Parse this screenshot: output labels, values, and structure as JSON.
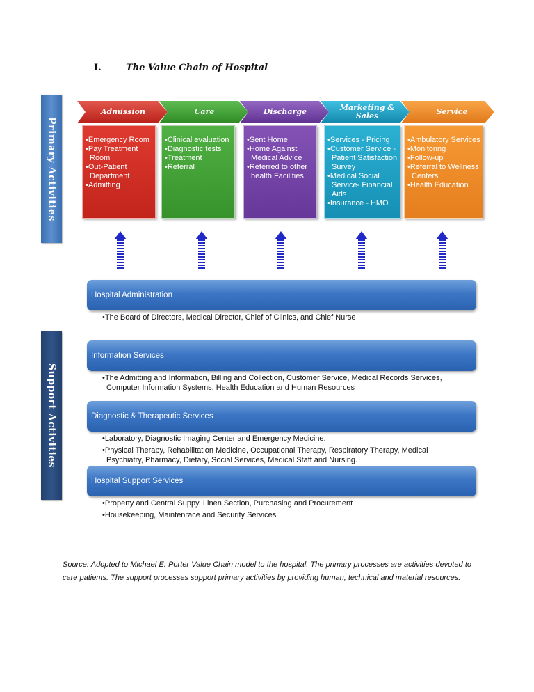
{
  "heading": {
    "number": "I.",
    "title": "The Value Chain of Hospital"
  },
  "side_labels": {
    "primary": "Primary Activities",
    "support": "Support Activities"
  },
  "colors": {
    "admission": "#d9342b",
    "care": "#46a53a",
    "discharge": "#7a48ad",
    "marketing": "#1fa5c8",
    "service": "#f3902a",
    "arrow": "#2029c8",
    "band": "#3c76c4"
  },
  "primary": [
    {
      "label": "Admission",
      "items": [
        "Emergency Room",
        "Pay Treatment Room",
        "Out-Patient Department",
        "Admitting"
      ]
    },
    {
      "label": "Care",
      "items": [
        "Clinical evaluation",
        "Diagnostic tests",
        "Treatment",
        "Referral"
      ]
    },
    {
      "label": "Discharge",
      "items": [
        "Sent Home",
        "Home Against Medical Advice",
        "Referred to other health Facilities"
      ]
    },
    {
      "label": "Marketing & Sales",
      "items": [
        "Services - Pricing",
        "Customer Service - Patient Satisfaction Survey",
        "Medical Social Service- Financial Aids",
        "Insurance - HMO"
      ]
    },
    {
      "label": "Service",
      "items": [
        "Ambulatory Services",
        "Monitoring",
        "Follow-up",
        "Referral to Wellness Centers",
        "Health Education"
      ]
    }
  ],
  "support": [
    {
      "title": "Hospital Administration",
      "items": [
        "•The Board of Directors, Medical Director, Chief of Clinics, and Chief Nurse"
      ]
    },
    {
      "title": "Information Services",
      "items": [
        "•The Admitting and Information, Billing and Collection, Customer Service, Medical Records Services, Computer Information Systems, Health Education and Human Resources"
      ]
    },
    {
      "title": "Diagnostic & Therapeutic Services",
      "items": [
        "•Laboratory, Diagnostic Imaging Center and Emergency Medicine.",
        "•Physical Therapy, Rehabilitation Medicine, Occupational Therapy, Respiratory Therapy, Medical Psychiatry, Pharmacy, Dietary,  Social Services, Medical Staff and Nursing."
      ]
    },
    {
      "title": "Hospital Support Services",
      "items": [
        "•Property and Central Suppy,  Linen Section, Purchasing and Procurement",
        "•Housekeeping, Maintenrace and Security Services"
      ]
    }
  ],
  "source": "Source: Adopted to Michael E. Porter Value Chain model to the hospital. The primary processes are activities devoted to care patients. The support processes support primary activities by providing human, technical and material resources."
}
